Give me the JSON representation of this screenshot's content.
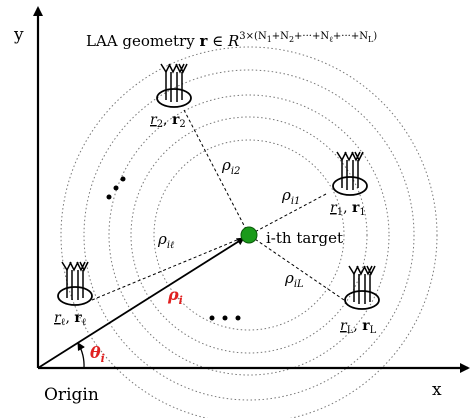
{
  "axes": {
    "y_label": "y",
    "x_label": "x",
    "origin_label": "Origin"
  },
  "title": {
    "prefix": "LAA geometry ",
    "vec": "r",
    "in_sym": " ∈ ",
    "space": "R",
    "exponent": "3×(N",
    "sub1": "1",
    "plus2": "+N",
    "sub2": "2",
    "plus_dots": "+···+N",
    "subl": "ℓ",
    "plus_dots2": "+···+N",
    "subL": "L",
    "close": ")"
  },
  "target": {
    "label": "i-th target"
  },
  "angle": {
    "label": "θ",
    "sub": "i"
  },
  "rho_main": {
    "label": "ρ",
    "sub": "i"
  },
  "distances": [
    {
      "label": "ρ",
      "sub": "i2"
    },
    {
      "label": "ρ",
      "sub": "i1"
    },
    {
      "label": "ρ",
      "sub": "iℓ"
    },
    {
      "label": "ρ",
      "sub": "iL"
    }
  ],
  "arrays": [
    {
      "pos": "r",
      "sub": "2",
      "bold": "r",
      "bsub": "2"
    },
    {
      "pos": "r",
      "sub": "1",
      "bold": "r",
      "bsub": "1"
    },
    {
      "pos": "r",
      "sub": "ℓ",
      "bold": "r",
      "bsub": "ℓ"
    },
    {
      "pos": "r",
      "sub": "L",
      "bold": "r",
      "bsub": "L"
    }
  ],
  "ellipsis": {
    "dots": "•  •  •"
  },
  "colors": {
    "accent": "#e02020",
    "target": "#1a9a1a",
    "axis": "#000000",
    "ring": "#777777"
  }
}
